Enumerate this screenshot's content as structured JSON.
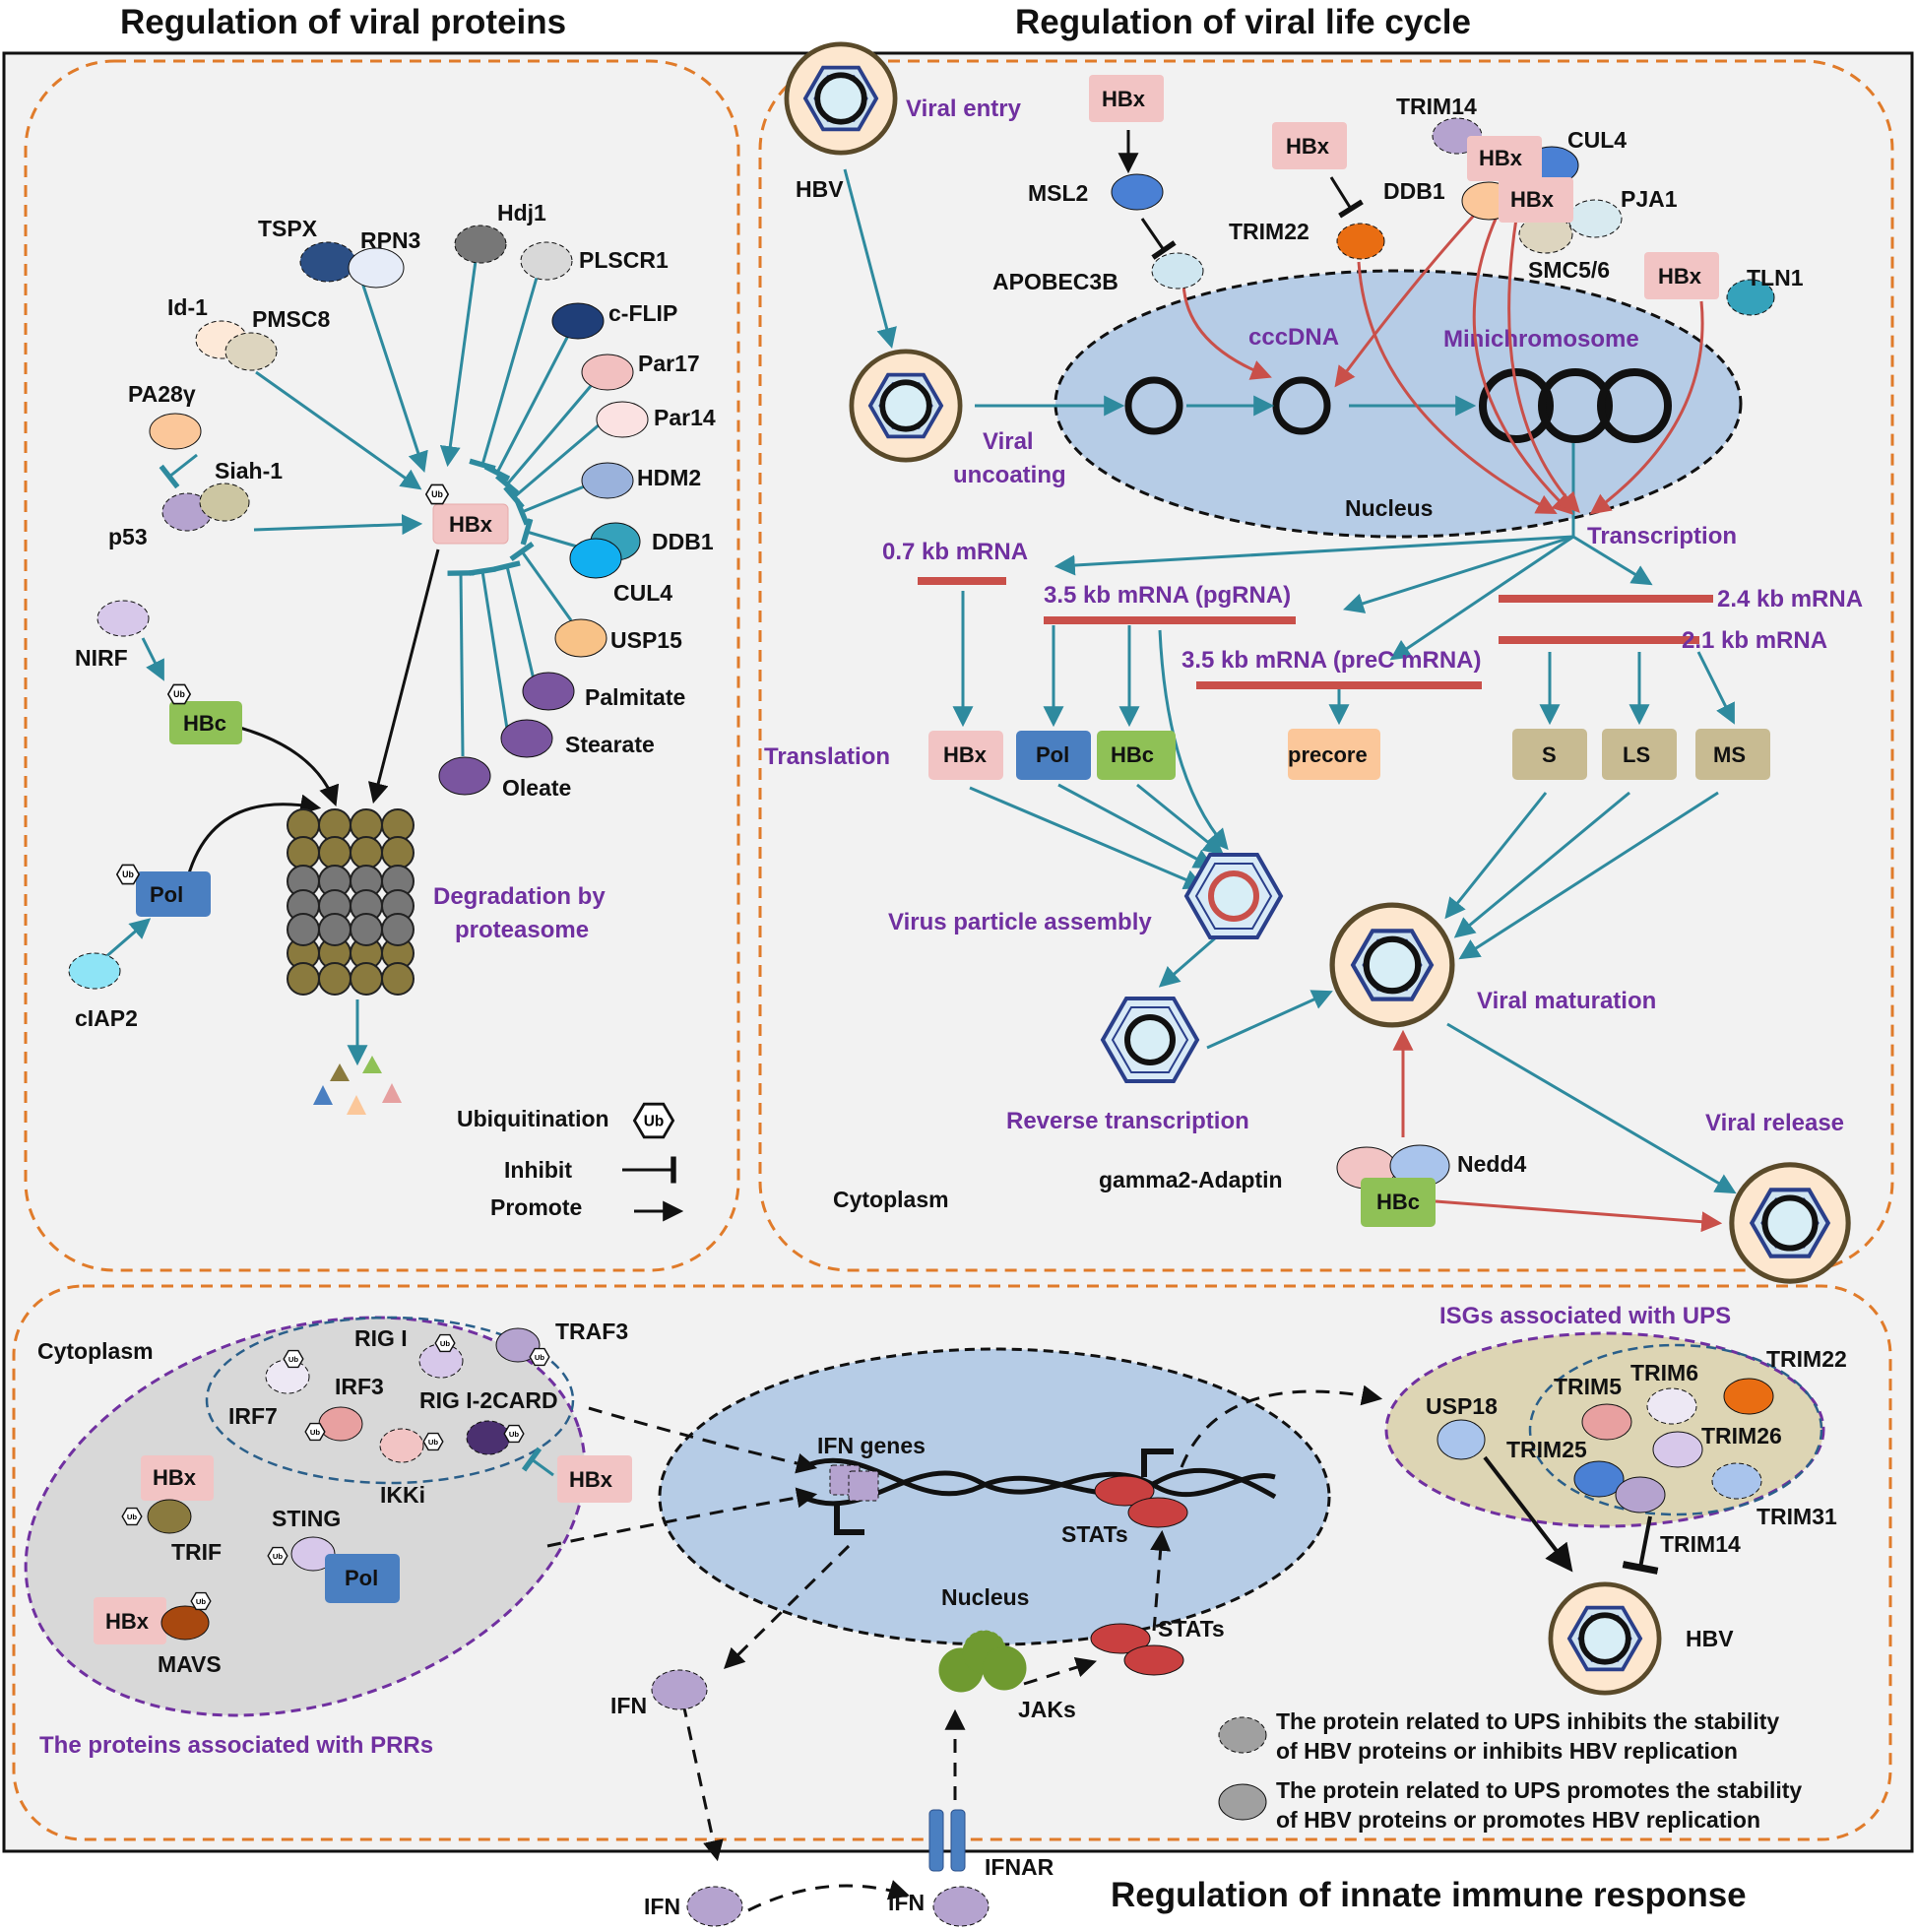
{
  "headings": {
    "viral_proteins": "Regulation of viral proteins",
    "life_cycle": "Regulation of viral life cycle",
    "innate": "Regulation of innate immune response"
  },
  "proteins_panel": {
    "factors": [
      "TSPX",
      "RPN3",
      "Hdj1",
      "PLSCR1",
      "c-FLIP",
      "Id-1",
      "PMSC8",
      "Par17",
      "Par14",
      "PA28γ",
      "Siah-1",
      "HDM2",
      "p53",
      "DDB1",
      "CUL4",
      "USP15",
      "Palmitate",
      "Stearate",
      "Oleate",
      "NIRF",
      "cIAP2"
    ],
    "hbx": "HBx",
    "hbc": "HBc",
    "pol": "Pol",
    "ub": "Ub",
    "degradation": [
      "Degradation by",
      "proteasome"
    ],
    "legend": {
      "ubiquitination": "Ubiquitination",
      "inhibit": "Inhibit",
      "promote": "Promote"
    }
  },
  "life_cycle_panel": {
    "hbv": "HBV",
    "viral_entry": "Viral entry",
    "uncoating": [
      "Viral",
      "uncoating"
    ],
    "nucleus": "Nucleus",
    "cccdna": "cccDNA",
    "minichromosome": "Minichromosome",
    "transcription": "Transcription",
    "factors": [
      "MSL2",
      "APOBEC3B",
      "TRIM22",
      "TRIM14",
      "CUL4",
      "DDB1",
      "PJA1",
      "SMC5/6",
      "TLN1",
      "gamma2-Adaptin",
      "Nedd4"
    ],
    "hbx": "HBx",
    "hbc": "HBc",
    "mrna": [
      "0.7 kb mRNA",
      "3.5 kb mRNA (pgRNA)",
      "3.5 kb mRNA (preC mRNA)",
      "2.4 kb mRNA",
      "2.1 kb mRNA"
    ],
    "translation": "Translation",
    "products": {
      "hbx": "HBx",
      "pol": "Pol",
      "hbc": "HBc",
      "precore": "precore",
      "s": "S",
      "ls": "LS",
      "ms": "MS"
    },
    "assembly": "Virus particle assembly",
    "reverse_transcription": "Reverse transcription",
    "maturation": "Viral maturation",
    "release": "Viral release",
    "cytoplasm": "Cytoplasm"
  },
  "innate_panel": {
    "cytoplasm": "Cytoplasm",
    "prr_factors": [
      "RIG I",
      "TRAF3",
      "IRF3",
      "IRF7",
      "RIG I-2CARD",
      "IKKi",
      "TRIF",
      "STING",
      "MAVS"
    ],
    "hbx": "HBx",
    "pol": "Pol",
    "ub": "Ub",
    "prr_title": "The  proteins associated with PRRs",
    "ifn_genes": "IFN genes",
    "nucleus": "Nucleus",
    "stats": "STATs",
    "ifn": "IFN",
    "jaks": "JAKs",
    "ifnar": "IFNAR",
    "isg_title": "ISGs associated with UPS",
    "isg_factors": [
      "USP18",
      "TRIM5",
      "TRIM6",
      "TRIM22",
      "TRIM25",
      "TRIM26",
      "TRIM31",
      "TRIM14"
    ],
    "hbv": "HBV",
    "legend_inhibit": [
      "The protein related to UPS inhibits the stability",
      "of HBV proteins or inhibits HBV replication"
    ],
    "legend_promote": [
      "The protein related to UPS promotes the stability",
      "of HBV proteins or promotes HBV replication"
    ]
  },
  "colors": {
    "teal": "#2e8a9e",
    "red": "#c9504a",
    "orange_dash": "#e07b2a",
    "purple_text": "#7030a0",
    "nucleus": "#b6cce6",
    "hbx_box": "#f2c4c4",
    "hbc_box": "#8fc156",
    "pol_box": "#4a7fc1",
    "tan_box": "#c8bb92"
  }
}
